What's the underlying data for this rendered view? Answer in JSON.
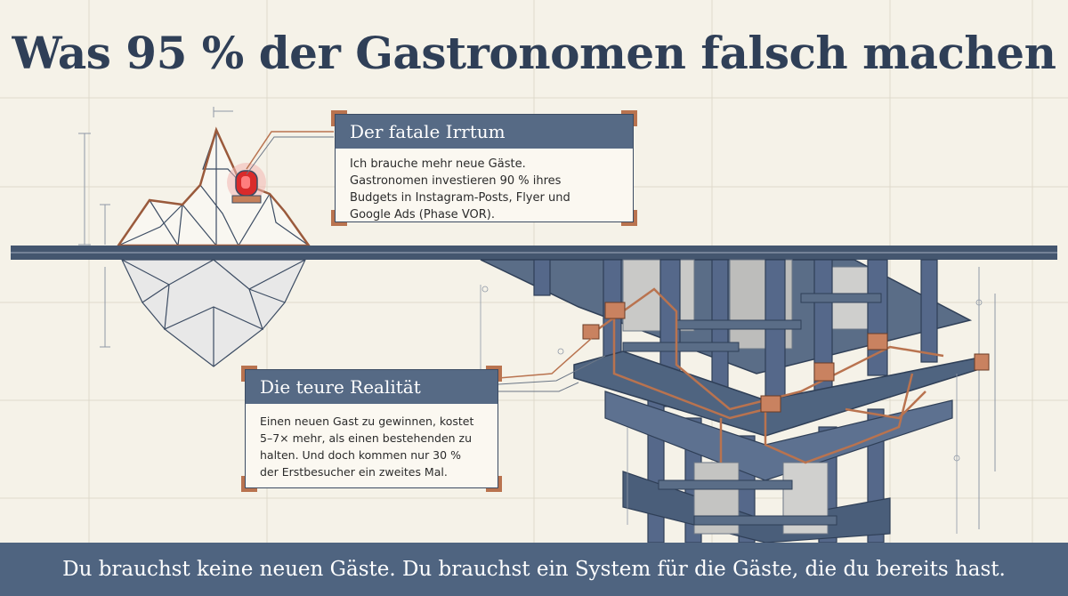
{
  "title": "Was 95 % der Gastronomen falsch machen",
  "card_irrtum": {
    "heading": "Der fatale Irrtum",
    "lines": [
      "Ich brauche mehr neue Gäste.",
      "Gastronomen investieren 90 % ihres",
      "Budgets in Instagram-Posts, Flyer und",
      "Google Ads (Phase VOR)."
    ]
  },
  "card_realitaet": {
    "heading": "Die teure Realität",
    "lines": [
      "Einen neuen Gast zu gewinnen, kostet",
      "5–7× mehr, als einen bestehenden zu",
      "halten. Und doch kommen nur 30 %",
      "der Erstbesucher ein zweites Mal."
    ]
  },
  "footer": "Du brauchst keine neuen Gäste. Du brauchst ein System für die Gäste, die du bereits hast.",
  "colors": {
    "background": "#f5f2e8",
    "navy": "#2f3f57",
    "steel": "#4f6480",
    "copper": "#b9734f",
    "alarm": "#d92b2b"
  }
}
